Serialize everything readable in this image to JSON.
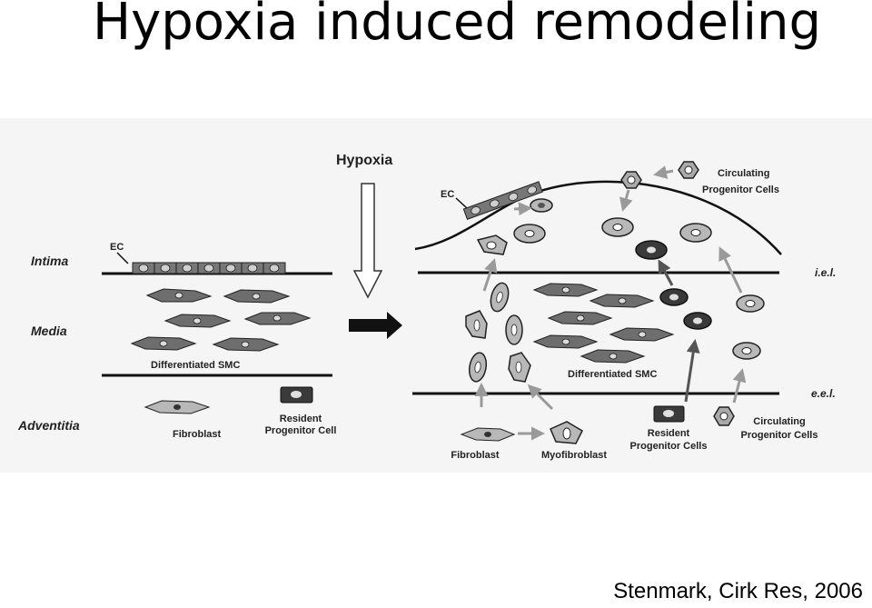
{
  "title": "Hypoxia induced remodeling",
  "citation": "Stenmark, Cirk Res, 2006",
  "figure": {
    "stimulus": "Hypoxia",
    "layers": {
      "intima": "Intima",
      "media": "Media",
      "adventitia": "Adventitia"
    },
    "normal": {
      "ec": "EC",
      "smc": "Differentiated SMC",
      "fibroblast": "Fibroblast",
      "resident_progenitor": [
        "Resident",
        "Progenitor Cell"
      ]
    },
    "remodeled": {
      "ec": "EC",
      "circulating_top": [
        "Circulating",
        "Progenitor Cells"
      ],
      "iel": "i.e.l.",
      "eel": "e.e.l.",
      "smc": "Differentiated SMC",
      "fibroblast": "Fibroblast",
      "myofibroblast": "Myofibroblast",
      "resident_progenitors": [
        "Resident",
        "Progenitor Cells"
      ],
      "circulating_bottom": [
        "Circulating",
        "Progenitor Cells"
      ]
    },
    "colors": {
      "smc": "#6e6e6e",
      "light_cell": "#b8b8b8",
      "dark_cell": "#3a3a3a",
      "arrow": "#9a9a9a"
    }
  }
}
